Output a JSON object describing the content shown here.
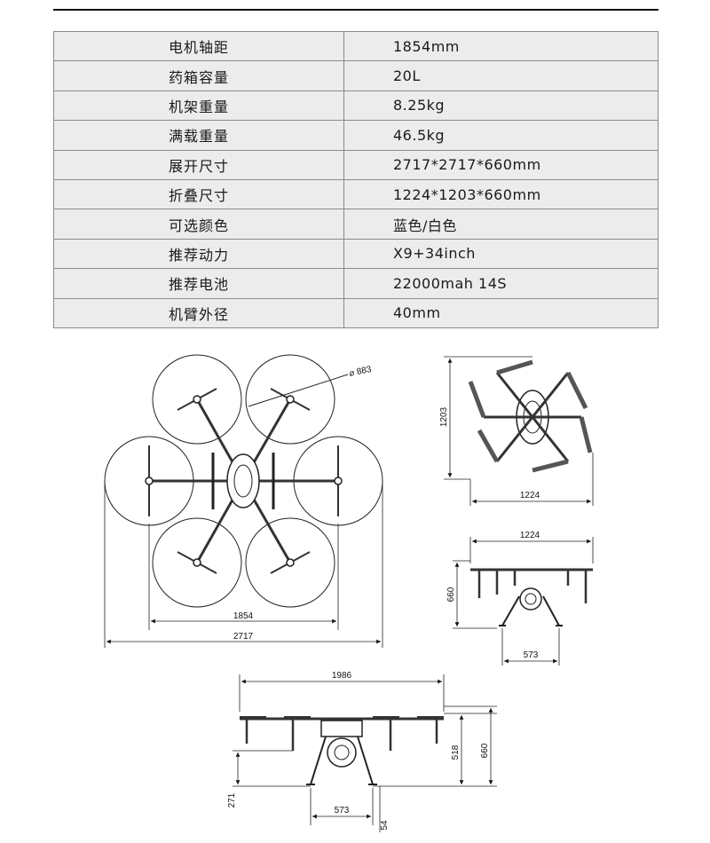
{
  "specs": [
    {
      "label": "电机轴距",
      "value": "1854mm"
    },
    {
      "label": "药箱容量",
      "value": "20L"
    },
    {
      "label": "机架重量",
      "value": "8.25kg"
    },
    {
      "label": "满载重量",
      "value": "46.5kg"
    },
    {
      "label": "展开尺寸",
      "value": "2717*2717*660mm"
    },
    {
      "label": "折叠尺寸",
      "value": "1224*1203*660mm"
    },
    {
      "label": "可选颜色",
      "value": "蓝色/白色"
    },
    {
      "label": "推荐动力",
      "value": "X9+34inch"
    },
    {
      "label": "推荐电池",
      "value": "22000mah 14S"
    },
    {
      "label": "机臂外径",
      "value": "40mm"
    }
  ],
  "dimensions": {
    "top_prop_diameter": "⌀ 883",
    "top_axis": "1854",
    "top_span": "2717",
    "folded_height": "1203",
    "folded_width": "1224",
    "side_width": "1224",
    "side_height": "660",
    "side_leg": "573",
    "front_width": "1986",
    "front_h518": "518",
    "front_h660": "660",
    "front_h271": "271",
    "front_leg": "573",
    "front_h54": "54"
  }
}
